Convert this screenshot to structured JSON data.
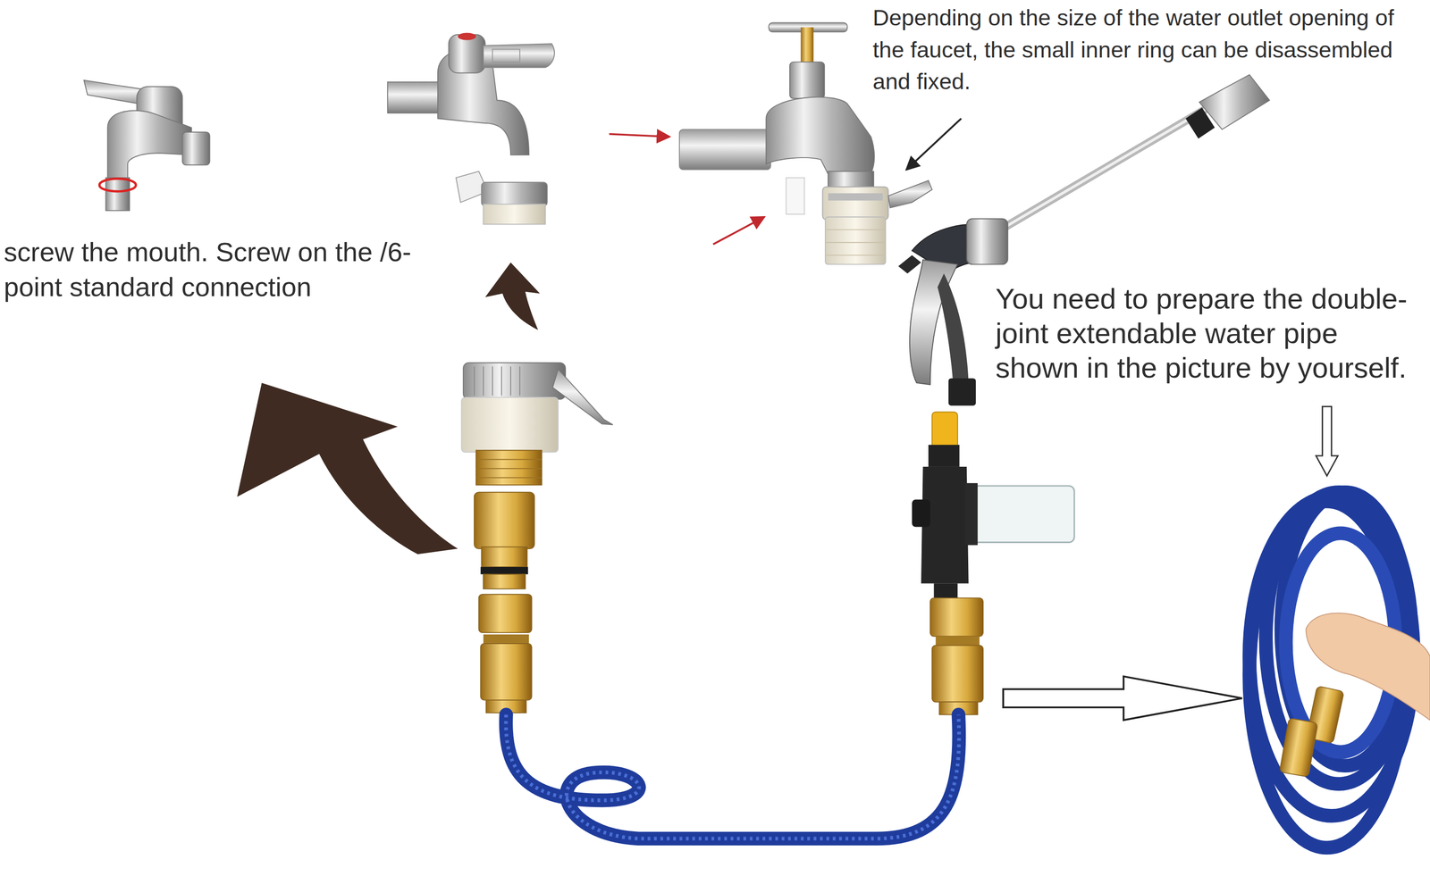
{
  "diagram": {
    "labels": [
      "Depending on the size of the water outlet opening of the faucet, the small inner ring can be disassembled and fixed.",
      "screw the mouth. Screw on the /6-point standard connection",
      "You need to prepare the double-joint extendable water pipe shown in the picture by yourself."
    ]
  }
}
